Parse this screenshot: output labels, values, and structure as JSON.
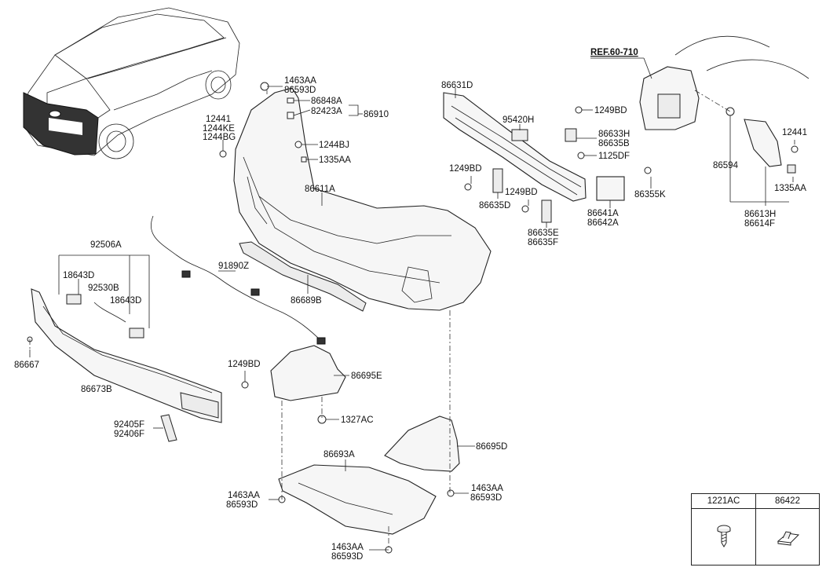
{
  "diagram": {
    "ref_label": "REF.60-710",
    "labels": {
      "p1463AA_top": "1463AA",
      "p86593D_top": "86593D",
      "p86848A": "86848A",
      "p82423A": "82423A",
      "p86910": "86910",
      "p12441_left": "12441",
      "p1244KE": "1244KE",
      "p1244BG": "1244BG",
      "p1244BJ": "1244BJ",
      "p1335AA_mid": "1335AA",
      "p86611A": "86611A",
      "p86631D": "86631D",
      "p95420H": "95420H",
      "p1249BD_a": "1249BD",
      "p86633H": "86633H",
      "p86635B": "86635B",
      "p1125DF": "1125DF",
      "p1249BD_b": "1249BD",
      "p1249BD_c": "1249BD",
      "p86635D": "86635D",
      "p86641A": "86641A",
      "p86642A": "86642A",
      "p86355K": "86355K",
      "p86635E": "86635E",
      "p86635F": "86635F",
      "p86594": "86594",
      "p12441_right": "12441",
      "p1335AA_right": "1335AA",
      "p86613H": "86613H",
      "p86614F": "86614F",
      "p92506A": "92506A",
      "p18643D_a": "18643D",
      "p92530B": "92530B",
      "p18643D_b": "18643D",
      "p91890Z": "91890Z",
      "p86689B": "86689B",
      "p86667": "86667",
      "p86673B": "86673B",
      "p1249BD_d": "1249BD",
      "p86695E": "86695E",
      "p1327AC": "1327AC",
      "p92405F": "92405F",
      "p92406F": "92406F",
      "p86693A": "86693A",
      "p86695D": "86695D",
      "p1463AA_left": "1463AA",
      "p86593D_left": "86593D",
      "p1463AA_right": "1463AA",
      "p86593D_right": "86593D",
      "p1463AA_bottom": "1463AA",
      "p86593D_bottom": "86593D"
    }
  },
  "legend": {
    "col1_header": "1221AC",
    "col2_header": "86422"
  }
}
